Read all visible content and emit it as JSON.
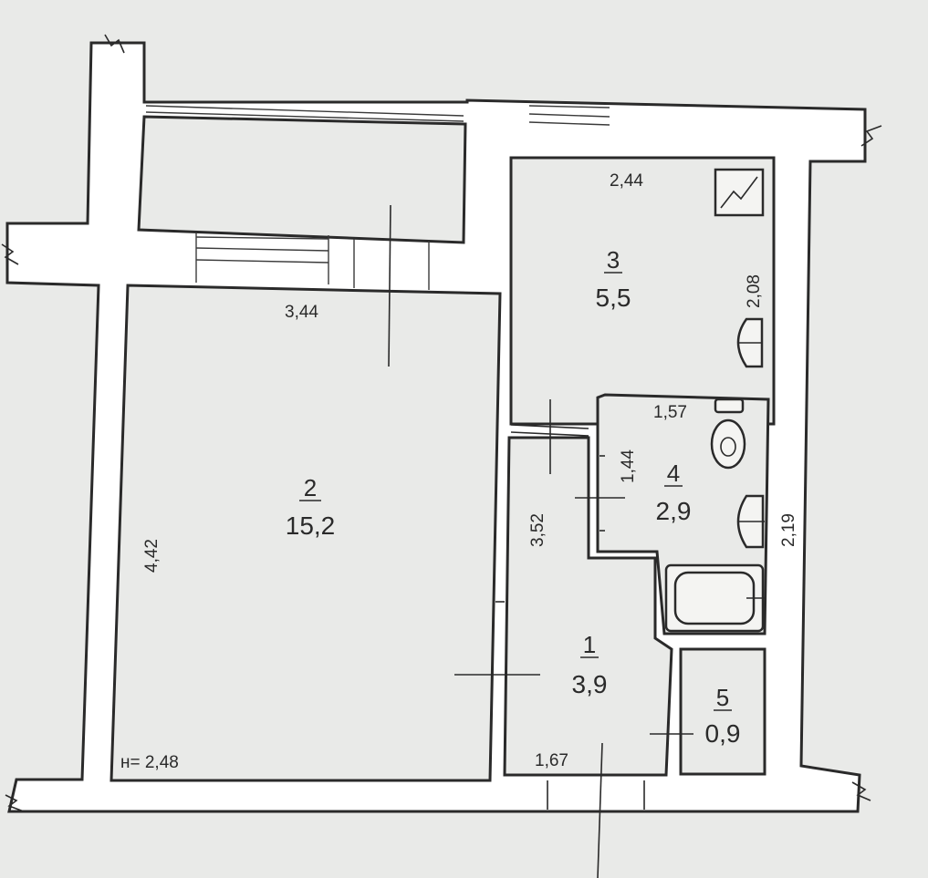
{
  "rooms": [
    {
      "number": "1",
      "area": "3,9"
    },
    {
      "number": "2",
      "area": "15,2"
    },
    {
      "number": "3",
      "area": "5,5"
    },
    {
      "number": "4",
      "area": "2,9"
    },
    {
      "number": "5",
      "area": "0,9"
    }
  ],
  "dimensions": {
    "room2_width": "3,44",
    "room2_length": "4,42",
    "ceiling_height": "н= 2,48",
    "room3_width": "2,44",
    "room3_length": "2,08",
    "room4_width": "1,57",
    "room4_length": "1,44",
    "room4_side": "2,19",
    "room1_length": "3,52",
    "room1_width": "1,67"
  }
}
